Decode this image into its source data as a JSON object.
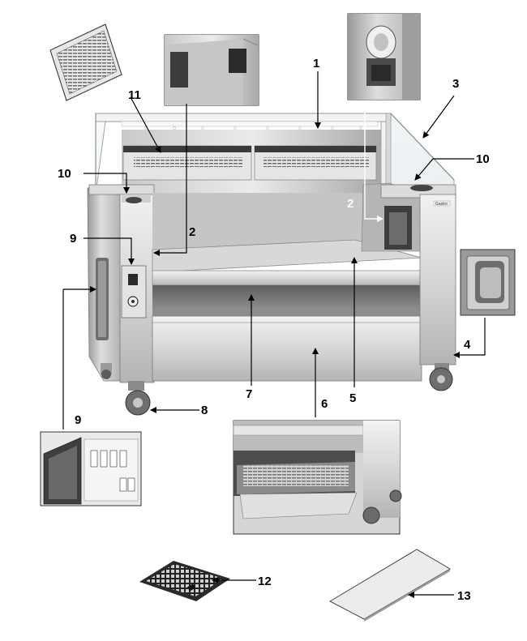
{
  "callouts": {
    "c1": "1",
    "c2_left": "2",
    "c2_right": "2",
    "c3": "3",
    "c4": "4",
    "c5": "5",
    "c6": "6",
    "c7": "7",
    "c8": "8",
    "c9_top": "9",
    "c9_bottom": "9",
    "c10_left": "10",
    "c10_right": "10",
    "c11": "11",
    "c12": "12",
    "c13": "13"
  },
  "brand_plate": "Gastro",
  "colors": {
    "steel_light": "#e2e2e2",
    "steel_mid": "#bdbdbd",
    "steel_dark": "#7c7c7c",
    "shadow": "#4a4a4a",
    "glass": "#eef3f5",
    "leader": "#000000"
  }
}
